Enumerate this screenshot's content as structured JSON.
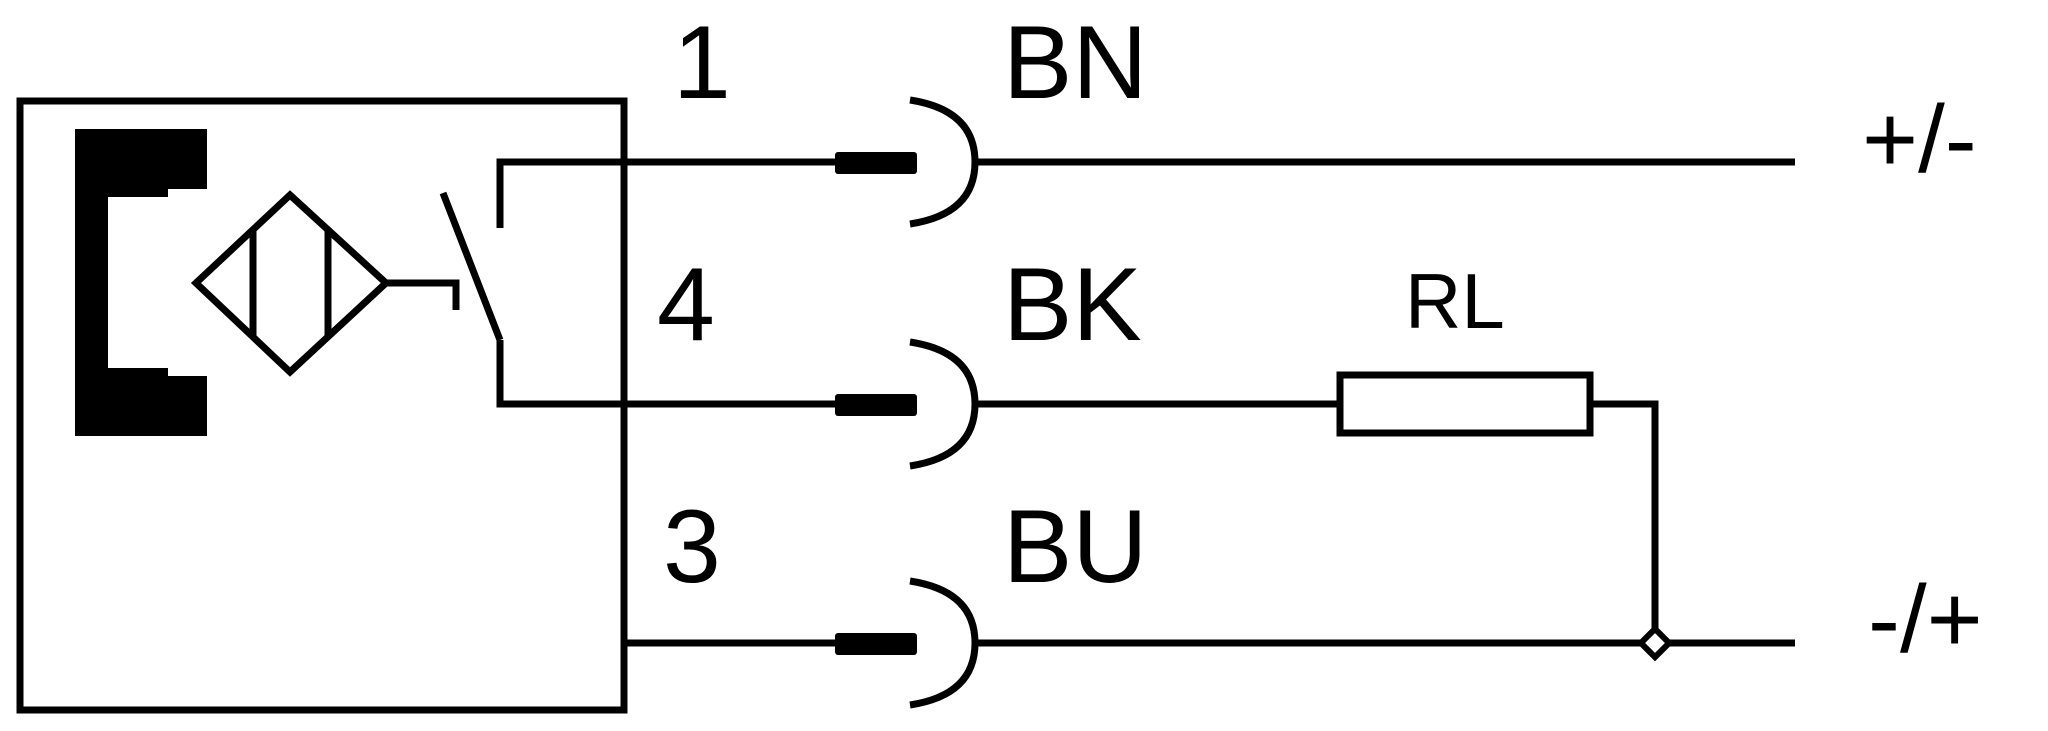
{
  "diagram": {
    "line_color": "#000000",
    "background": "#ffffff",
    "terminals": [
      {
        "pin": "1",
        "wire_color": "BN"
      },
      {
        "pin": "4",
        "wire_color": "BK"
      },
      {
        "pin": "3",
        "wire_color": "BU"
      }
    ],
    "supply": {
      "positive": "+/-",
      "negative": "-/+"
    },
    "load": {
      "label": "RL"
    },
    "icons": [
      "inductive-sensor-icon",
      "switch-contact-icon",
      "plug-socket-icon",
      "load-resistor-icon",
      "junction-icon"
    ]
  }
}
